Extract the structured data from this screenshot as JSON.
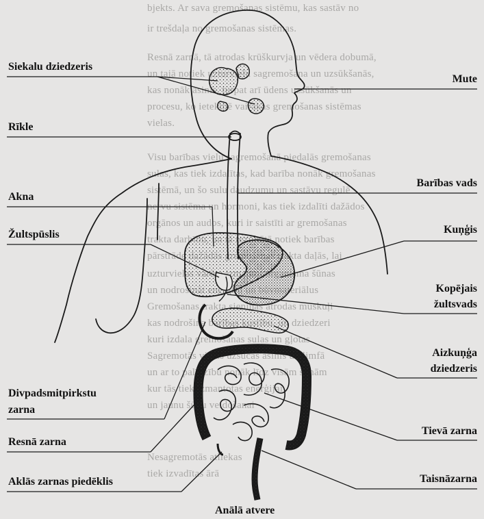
{
  "background_text": [
    "bjekts. Ar sava gremošanas sistēmu, kas sastāv no",
    "ir trešdaļa no gremošanas sistēmas.",
    "Resnā zarnā, tā atrodas krūškurvja un vēdera dobumā,",
    "un tajā notiek uzturvielu sagremošana un uzsūkšanās,",
    "kas nonāk asinīs, turpat arī ūdens uzsūkšanās un",
    "procesu, ko ietekmē vairākas gremošanas sistēmas",
    "vielas.",
    "Visu barības vielu sagremošanā piedalās gremošanas",
    "sulas, kas tiek izdalītas, kad barība nonāk gremošanas",
    "sistēmā, un šo sulu daudzumu un sastāvu regulē",
    "nervu sistēma un hormoni, kas tiek izdalīti dažādos",
    "orgānos un audos, kuri ir saistīti ar gremošanas",
    "trakta darbību, un tā rezultātā notiek barības",
    "pārstrāde dažādās gremošanas trakta daļās, lai",
    "uzturvielas varētu izmantot organisma šūnas",
    "un nodrošināt enerģiju un būvmateriālus",
    "Gremošanas trakta sieniņās atrodas muskuļi",
    "kas nodrošina barības kustību, un dziedzeri",
    "kuri izdala gremošanas sulas un gļotas",
    "Sagremotās vielas uzsūcas asinīs un limfā",
    "un ar to palīdzību nonāk līdz visām šūnām",
    "kur tās tiek izmantotas enerģijai",
    "un jaunu šūnu veidošanai",
    "Nesagremotās atliekas",
    "tiek izvadītas ārā"
  ],
  "labels": {
    "siekalu_dziedzeris": "Siekalu dziedzeris",
    "rikle": "Rīkle",
    "akna": "Akna",
    "zultspuslis": "Žultspūslis",
    "divpadsmitpirkstu_1": "Divpadsmitpirkstu",
    "divpadsmitpirkstu_2": "zarna",
    "resna_zarna": "Resnā zarna",
    "aklas_zarnas": "Aklās zarnas piedēklis",
    "mute": "Mute",
    "baribas_vads": "Barības vads",
    "kungis": "Kuņģis",
    "kopejais_1": "Kopējais",
    "kopejais_2": "žultsvads",
    "aizkunga_1": "Aizkuņģa",
    "aizkunga_2": "dziedzeris",
    "teva_zarna": "Tievā zarna",
    "taisnazarna": "Taisnāzarna",
    "anala_atvere": "Anālā atvere"
  },
  "colors": {
    "background": "#e6e5e4",
    "ink": "#111111",
    "faded_text": "#a9a8a6"
  }
}
